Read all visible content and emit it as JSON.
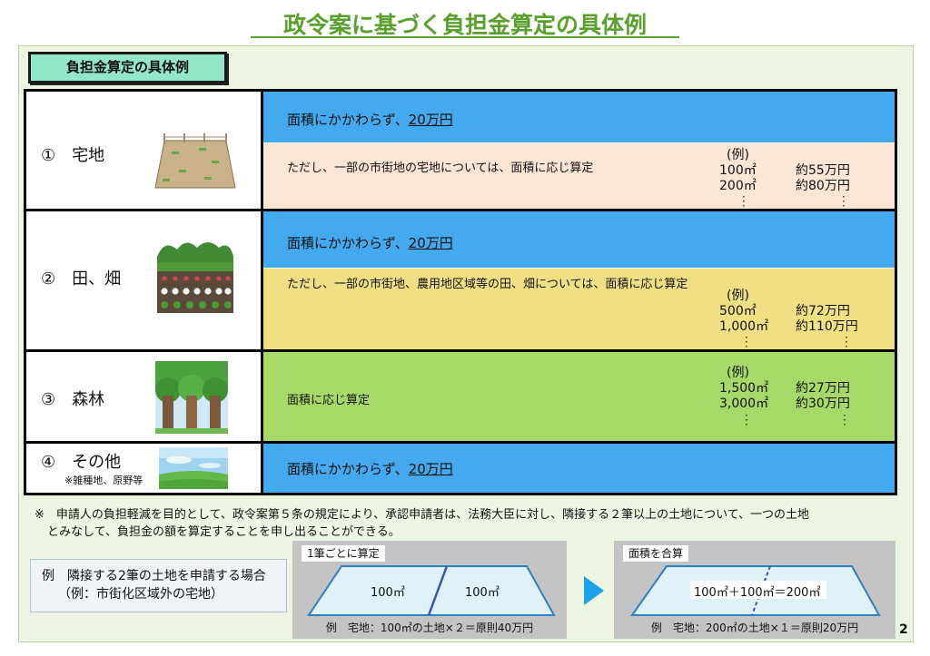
{
  "title": "政令案に基づく負担金算定の具体例",
  "section_label": "負担金算定の具体例",
  "rows": [
    {
      "label": "①　宅地",
      "icon": "residential-land-icon",
      "main_text": "面積にかかわらず、",
      "main_amount": "20万円",
      "sub_text": "ただし、一部の市街地の宅地については、面積に応じ算定",
      "example_head": "(例)",
      "examples": [
        {
          "area": "100㎡",
          "amount": "約55万円"
        },
        {
          "area": "200㎡",
          "amount": "約80万円"
        }
      ]
    },
    {
      "label": "②　田、畑",
      "icon": "farmland-icon",
      "main_text": "面積にかかわらず、",
      "main_amount": "20万円",
      "sub_text": "ただし、一部の市街地、農用地区域等の田、畑については、面積に応じ算定",
      "example_head": "(例)",
      "examples": [
        {
          "area": "500㎡",
          "amount": "約72万円"
        },
        {
          "area": "1,000㎡",
          "amount": "約110万円"
        }
      ]
    },
    {
      "label": "③　森林",
      "icon": "forest-icon",
      "main_text": "面積に応じ算定",
      "example_head": "(例)",
      "examples": [
        {
          "area": "1,500㎡",
          "amount": "約27万円"
        },
        {
          "area": "3,000㎡",
          "amount": "約30万円"
        }
      ]
    },
    {
      "label": "④　その他",
      "sub_label": "※雑種地、原野等",
      "icon": "open-field-icon",
      "main_text": "面積にかかわらず、",
      "main_amount": "20万円"
    }
  ],
  "note_line1": "※　申請人の負担軽減を目的として、政令案第５条の規定により、承認申請者は、法務大臣に対し、隣接する２筆以上の土地について、一つの土地",
  "note_line2": "とみなして、負担金の額を算定することを申し出ることができる。",
  "example_box": {
    "line1": "例　隣接する2筆の土地を申請する場合",
    "line2": "（例：市街化区域外の宅地）"
  },
  "panel_separate": {
    "tag": "1筆ごとに算定",
    "left_area": "100㎡",
    "right_area": "100㎡",
    "caption": "例　宅地：100㎡の土地×２＝原則40万円"
  },
  "panel_combined": {
    "tag": "面積を合算",
    "formula": "100㎡＋100㎡＝200㎡",
    "caption": "例　宅地：200㎡の土地×１＝原則20万円"
  },
  "page_number": "2",
  "colors": {
    "title": "#5aa02c",
    "label_bg": "#93e7c9",
    "blue_band": "#44a9ee",
    "peach_band": "#fbe6d6",
    "yellow_band": "#f1df83",
    "green_band": "#a7d968",
    "arrow": "#1aa3e8"
  }
}
